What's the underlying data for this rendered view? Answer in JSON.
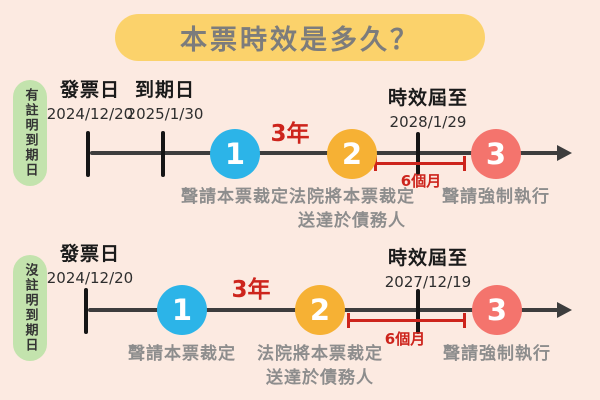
{
  "page": {
    "title": "本票時效是多久？",
    "background": "#fceae1",
    "colors": {
      "title_pill": "#fbd26b",
      "title_text": "#7c7c7c",
      "category_pill": "#c3e3ad",
      "timeline_line": "#3d3d3d",
      "step1_circle": "#2cb4e8",
      "step2_circle": "#f6b134",
      "step3_circle": "#f4746d",
      "accent_red": "#cd241c",
      "step_label_gray": "#8d8d8d"
    }
  },
  "timelines": [
    {
      "category": "有註明到期日",
      "milestones": [
        {
          "label": "發票日",
          "date": "2024/12/20"
        },
        {
          "label": "到期日",
          "date": "2025/1/30"
        },
        {
          "label": "時效屆至",
          "date": "2028/1/29"
        }
      ],
      "durations": [
        "3年",
        "6個月"
      ],
      "steps": [
        {
          "number": "1",
          "label": "聲請本票裁定"
        },
        {
          "number": "2",
          "label": "法院將本票裁定",
          "label_line2": "送達於債務人"
        },
        {
          "number": "3",
          "label": "聲請強制執行"
        }
      ]
    },
    {
      "category": "沒註明到期日",
      "milestones": [
        {
          "label": "發票日",
          "date": "2024/12/20"
        },
        {
          "label": "時效屆至",
          "date": "2027/12/19"
        }
      ],
      "durations": [
        "3年",
        "6個月"
      ],
      "steps": [
        {
          "number": "1",
          "label": "聲請本票裁定"
        },
        {
          "number": "2",
          "label": "法院將本票裁定",
          "label_line2": "送達於債務人"
        },
        {
          "number": "3",
          "label": "聲請強制執行"
        }
      ]
    }
  ]
}
